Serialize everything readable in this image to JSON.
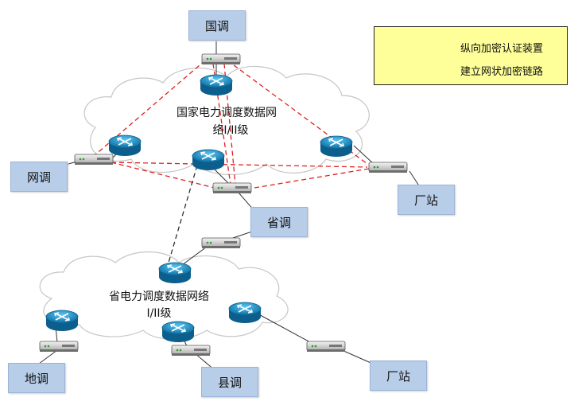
{
  "nodes": {
    "guodiao": "国调",
    "wangdiao": "网调",
    "changzhan_top": "厂站",
    "shengdiao": "省调",
    "didiao": "地调",
    "xiandiao": "县调",
    "changzhan_bottom": "厂站"
  },
  "clouds": {
    "national_line1": "国家电力调度数据网",
    "national_line2": "络I/II级",
    "provincial_line1": "省电力调度数据网络",
    "provincial_line2": "I/II级"
  },
  "legend": {
    "device_label": "纵向加密认证装置",
    "link_label": "建立网状加密链路"
  },
  "colors": {
    "node_box": "#b7cde8",
    "legend_bg": "#ffff99",
    "router": "#1f8fc4",
    "dashed_red": "#e02020"
  }
}
